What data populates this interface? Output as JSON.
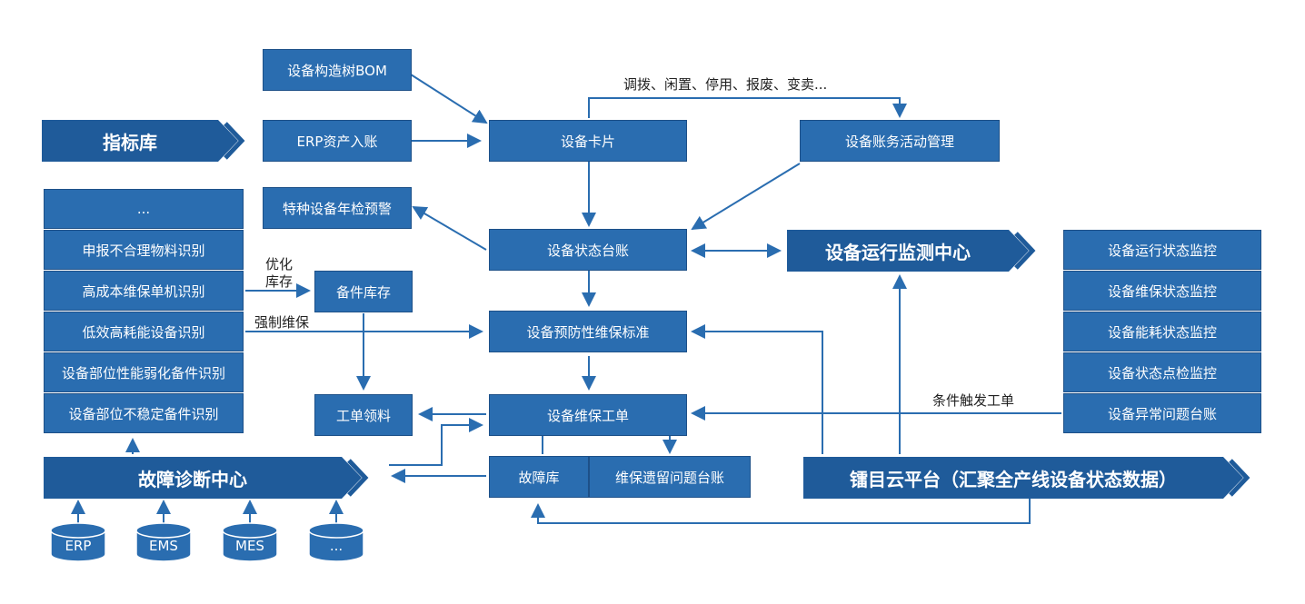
{
  "banners": {
    "kpi": "指标库",
    "diagnosis": "故障诊断中心",
    "monitor": "设备运行监测中心",
    "cloud": "镭目云平台（汇聚全产线设备状态数据）"
  },
  "boxes": {
    "bom": "设备构造树BOM",
    "erp_asset": "ERP资产入账",
    "inspection": "特种设备年检预警",
    "card": "设备卡片",
    "account_mgmt": "设备账务活动管理",
    "ledger": "设备状态台账",
    "preventive": "设备预防性维保标准",
    "work_order": "设备维保工单",
    "spare": "备件库存",
    "material": "工单领料",
    "fault_lib": "故障库",
    "legacy": "维保遗留问题台账"
  },
  "identify_list": [
    "...",
    "申报不合理物料识别",
    "高成本维保单机识别",
    "低效高耗能设备识别",
    "设备部位性能弱化备件识别",
    "设备部位不稳定备件识别"
  ],
  "monitor_list": [
    "设备运行状态监控",
    "设备维保状态监控",
    "设备能耗状态监控",
    "设备状态点检监控",
    "设备异常问题台账"
  ],
  "labels": {
    "transfer": "调拨、闲置、停用、报废、变卖...",
    "optimize_line1": "优化",
    "optimize_line2": "库存",
    "force": "强制维保",
    "trigger": "条件触发工单"
  },
  "databases": [
    "ERP",
    "EMS",
    "MES",
    "..."
  ],
  "colors": {
    "primary": "#2a6db0",
    "banner": "#1f5b9a",
    "arrow": "#2a6db0"
  }
}
